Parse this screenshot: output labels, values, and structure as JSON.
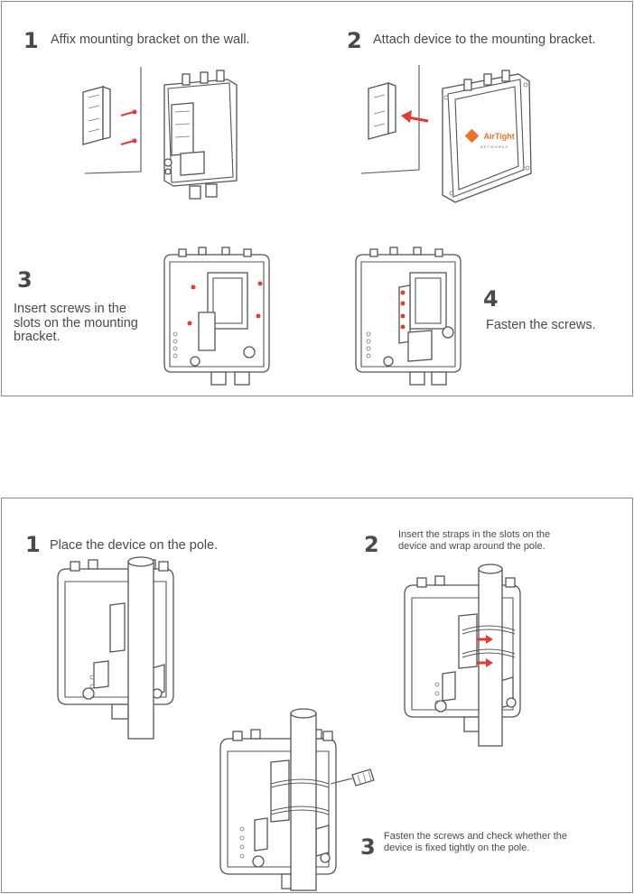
{
  "wall_mount": {
    "steps": [
      {
        "number": "1",
        "text": "Affix mounting bracket on the wall."
      },
      {
        "number": "2",
        "text": "Attach device to the mounting bracket."
      },
      {
        "number": "3",
        "text": "Insert screws in the slots on the mounting bracket."
      },
      {
        "number": "4",
        "text": "Fasten the screws."
      }
    ],
    "logo_text": "AirTight",
    "logo_sub": "NETWORKS"
  },
  "pole_mount": {
    "steps": [
      {
        "number": "1",
        "text": "Place the device on the pole."
      },
      {
        "number": "2",
        "text": "Insert the straps in the slots on the device and wrap around the pole."
      },
      {
        "number": "3",
        "text": "Fasten the screws and check whether the device is fixed tightly on the pole."
      }
    ]
  },
  "colors": {
    "accent": "#e23b33",
    "border": "#8a8a8a",
    "logo": "#e8732a"
  }
}
